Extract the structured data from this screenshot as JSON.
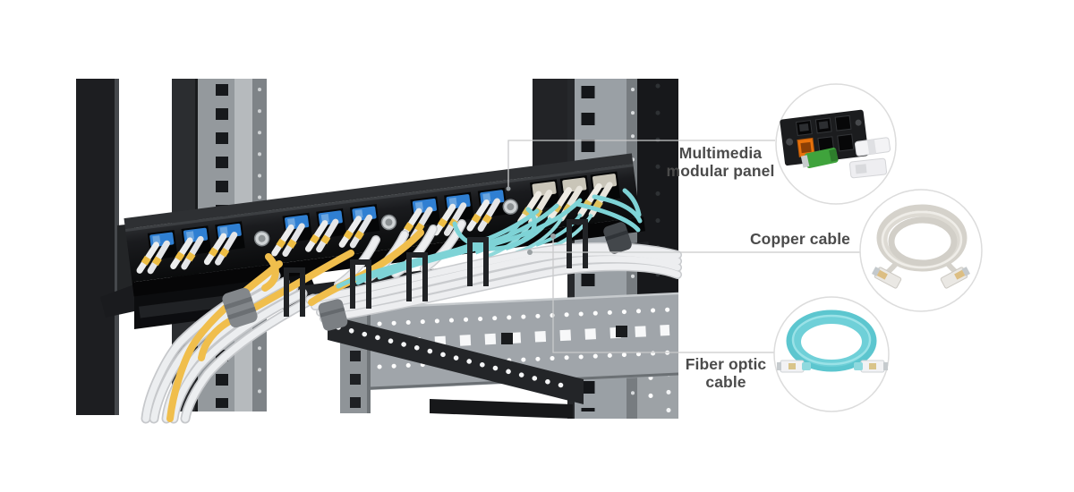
{
  "callouts": {
    "text_color": "#4b4b4b",
    "line_color": "#c9cacb",
    "circle_border": "#dcdcdc",
    "items": [
      {
        "id": "multimedia-modular-panel",
        "label": "Multimedia modular panel",
        "label_lines": [
          "Multimedia",
          "modular panel"
        ],
        "thumb_icon": "modular-panel-thumb"
      },
      {
        "id": "copper-cable",
        "label": "Copper cable",
        "label_lines": [
          "Copper cable"
        ],
        "thumb_icon": "copper-cable-thumb"
      },
      {
        "id": "fiber-optic-cable",
        "label": "Fiber optic cable",
        "label_lines": [
          "Fiber optic",
          "cable"
        ],
        "thumb_icon": "fiber-cable-thumb"
      }
    ]
  },
  "photo": {
    "icon": "rack-mounted-fiber-patch-panel-photo",
    "colors": {
      "fiber_aqua": "#7ed3d6",
      "cable_yellow": "#f0be4c",
      "lc_blue": "#2f7fd2",
      "keystone_orange": "#e8720c",
      "fiber_module_green": "#3fa33c",
      "copper_cable_gray": "#d5d2cb",
      "panel_black": "#141517",
      "rack_gray": "#9aa0a4"
    }
  }
}
